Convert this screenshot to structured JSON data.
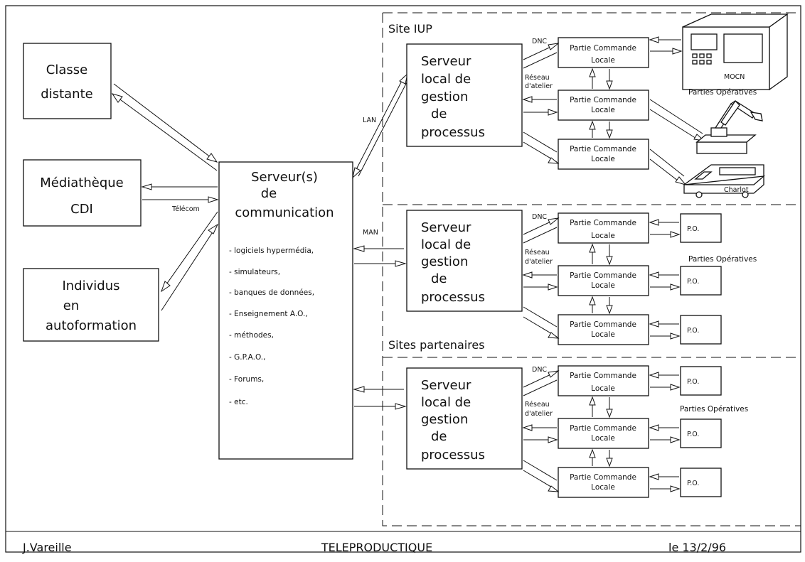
{
  "left_boxes": {
    "remote_class": [
      "Classe",
      "distante"
    ],
    "media_library": [
      "Médiathèque",
      "CDI"
    ],
    "self_learners": [
      "Individus",
      "en",
      "autoformation"
    ]
  },
  "telecom_label": "Télécom",
  "comm_server": {
    "title": [
      "Serveur(s)",
      "de",
      "communication"
    ],
    "items": [
      "- logiciels hypermédia,",
      "- simulateurs,",
      "- banques de données,",
      "- Enseignement A.O.,",
      "- méthodes,",
      "- G.P.A.O.,",
      "- Forums,",
      "- etc."
    ]
  },
  "links": {
    "lan": "LAN",
    "man": "MAN",
    "dnc": "DNC",
    "reseau": [
      "Réseau",
      "d'atelier"
    ]
  },
  "sites": {
    "iup": "Site IUP",
    "partners": "Sites partenaires"
  },
  "local_server": [
    "Serveur",
    "local de",
    "gestion",
    "de",
    "processus"
  ],
  "plc": [
    "Partie Commande",
    "Locale"
  ],
  "po_label": "P.O.",
  "operative_parts": "Parties Opératives",
  "machines": {
    "mocn": "MOCN",
    "charlot": "Charlot"
  },
  "footer": {
    "author": "J.Vareille",
    "title": "TELEPRODUCTIQUE",
    "date": "le 13/2/96"
  }
}
